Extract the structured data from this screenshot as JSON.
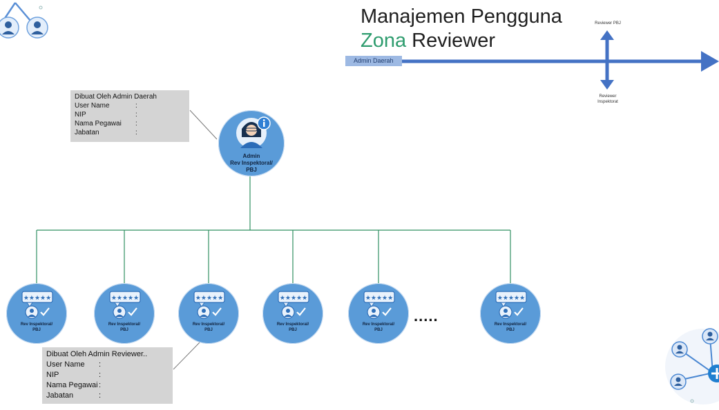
{
  "title": {
    "line1": "Manajemen Pengguna",
    "line2_accent": "Zona",
    "line2_rest": " Reviewer"
  },
  "axis": {
    "admin_daerah": "Admin Daerah",
    "reviewer_pbj": "Reviewer PBJ",
    "reviewer_inspektorat_1": "Reviewer",
    "reviewer_inspektorat_2": "Inspektorat"
  },
  "admin_info_box": {
    "heading": "Dibuat Oleh Admin Daerah",
    "rows": [
      {
        "label": "User Name",
        "value": ":"
      },
      {
        "label": "NIP",
        "value": ":"
      },
      {
        "label": "Nama Pegawai",
        "value": ":"
      },
      {
        "label": "Jabatan",
        "value": ":"
      }
    ]
  },
  "reviewer_info_box": {
    "heading": "Dibuat Oleh Admin Reviewer..",
    "rows": [
      {
        "label": "User Name",
        "value": ":"
      },
      {
        "label": "NIP",
        "value": ":"
      },
      {
        "label": "Nama Pegawai",
        "value": ":"
      },
      {
        "label": "Jabatan",
        "value": ":"
      }
    ]
  },
  "admin_node": {
    "line1": "Admin",
    "line2": "Rev Inspektoral/",
    "line3": "PBJ"
  },
  "reviewer_nodes": [
    {
      "line1": "Rev Inspektoral/",
      "line2": "PBJ"
    },
    {
      "line1": "Rev Inspektoral/",
      "line2": "PBJ"
    },
    {
      "line1": "Rev Inspektoral/",
      "line2": "PBJ"
    },
    {
      "line1": "Rev Inspektoral/",
      "line2": "PBJ"
    },
    {
      "line1": "Rev Inspektoral/",
      "line2": "PBJ"
    },
    {
      "line1": "Rev Inspektoral/",
      "line2": "PBJ"
    }
  ],
  "ellipsis": ".....",
  "colors": {
    "node_blue": "#5a9bd8",
    "connector_green": "#2f8f62",
    "arrow_blue": "#4472c4",
    "title_accent": "#2e9c6e"
  }
}
